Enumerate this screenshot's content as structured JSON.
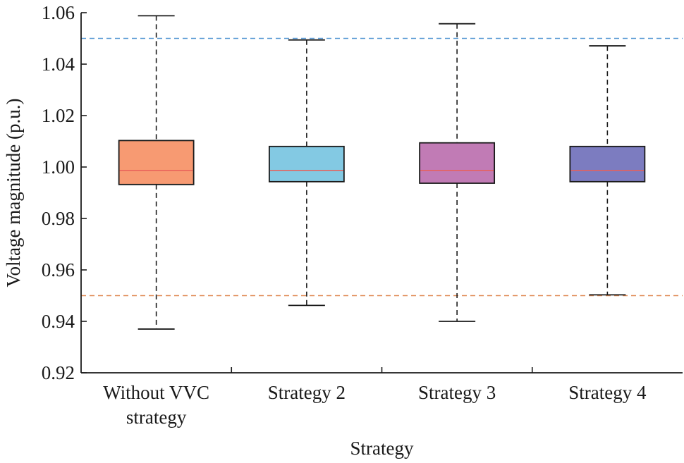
{
  "chart_data": {
    "type": "box",
    "xlabel": "Strategy",
    "ylabel": "Voltage magnitude (p.u.)",
    "ylim": [
      0.92,
      1.06
    ],
    "yticks": [
      "0.92",
      "0.94",
      "0.96",
      "0.98",
      "1.00",
      "1.02",
      "1.04",
      "1.06"
    ],
    "grid": false,
    "categories": [
      [
        "Without VVC",
        "strategy"
      ],
      [
        "Strategy 2"
      ],
      [
        "Strategy 3"
      ],
      [
        "Strategy 4"
      ]
    ],
    "boxes": [
      {
        "whisker_low": 0.937,
        "q1": 0.9932,
        "median": 0.9987,
        "q3": 1.0103,
        "whisker_high": 1.0588,
        "color": "#F79A72"
      },
      {
        "whisker_low": 0.9462,
        "q1": 0.9943,
        "median": 0.9987,
        "q3": 1.008,
        "whisker_high": 1.0494,
        "color": "#83C9E3"
      },
      {
        "whisker_low": 0.94,
        "q1": 0.9937,
        "median": 0.9987,
        "q3": 1.0094,
        "whisker_high": 1.0557,
        "color": "#C17BB5"
      },
      {
        "whisker_low": 0.9503,
        "q1": 0.9943,
        "median": 0.9987,
        "q3": 1.008,
        "whisker_high": 1.0471,
        "color": "#7C7CC0"
      }
    ],
    "median_color": "#E8605A",
    "reference_lines": [
      {
        "y": 1.05,
        "color": "#5B9BD5"
      },
      {
        "y": 0.95,
        "color": "#E08A55"
      }
    ]
  }
}
